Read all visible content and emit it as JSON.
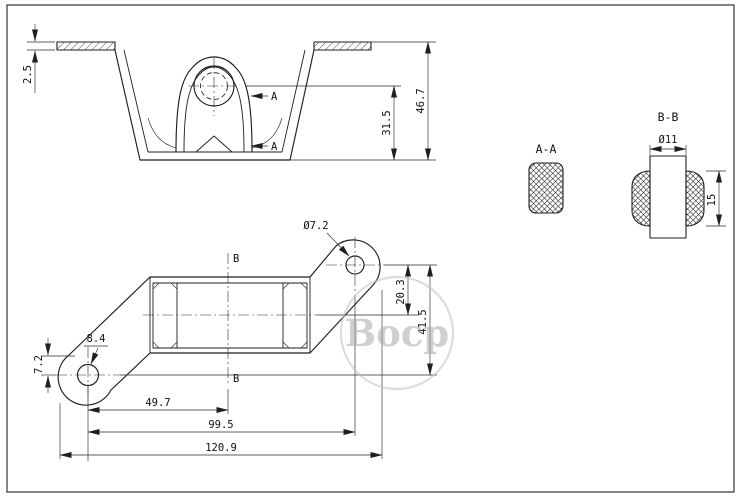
{
  "watermark": {
    "text": "Bocp"
  },
  "front_view": {
    "dim_flange_thickness": "2.5",
    "dim_center_to_base": "31.5",
    "dim_overall_height": "46.7",
    "section_label_top": "A",
    "section_label_bottom": "A"
  },
  "plan_view": {
    "callout_right_hole": "Ø7.2",
    "callout_left_hole": "8.4",
    "dim_left_offset": "7.2",
    "dim_hole_to_center": "20.3",
    "dim_holes_vertical": "41.5",
    "dim_left_hole_to_axis": "49.7",
    "dim_hole_spacing": "99.5",
    "dim_overall_length": "120.9",
    "section_label_top": "B",
    "section_label_bottom": "B"
  },
  "section_aa": {
    "title": "A-A"
  },
  "section_bb": {
    "title": "B-B",
    "dim_bore": "Ø11",
    "dim_height": "15"
  }
}
